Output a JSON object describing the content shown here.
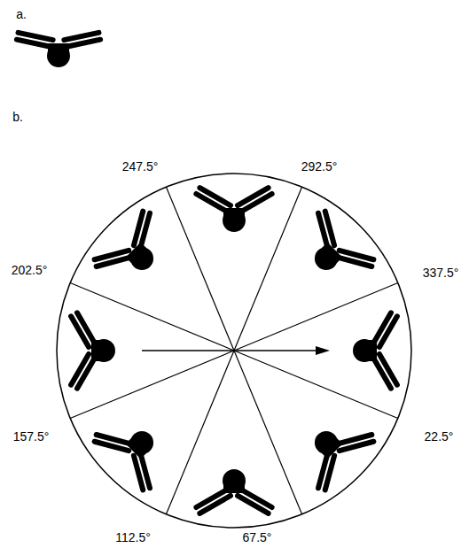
{
  "diagram": {
    "labels": [
      "a.",
      "b.",
      "247.5°",
      "292.5°",
      "202.5°",
      "337.5°",
      "157.5°",
      "22.5°",
      "112.5°",
      "67.5°"
    ]
  }
}
